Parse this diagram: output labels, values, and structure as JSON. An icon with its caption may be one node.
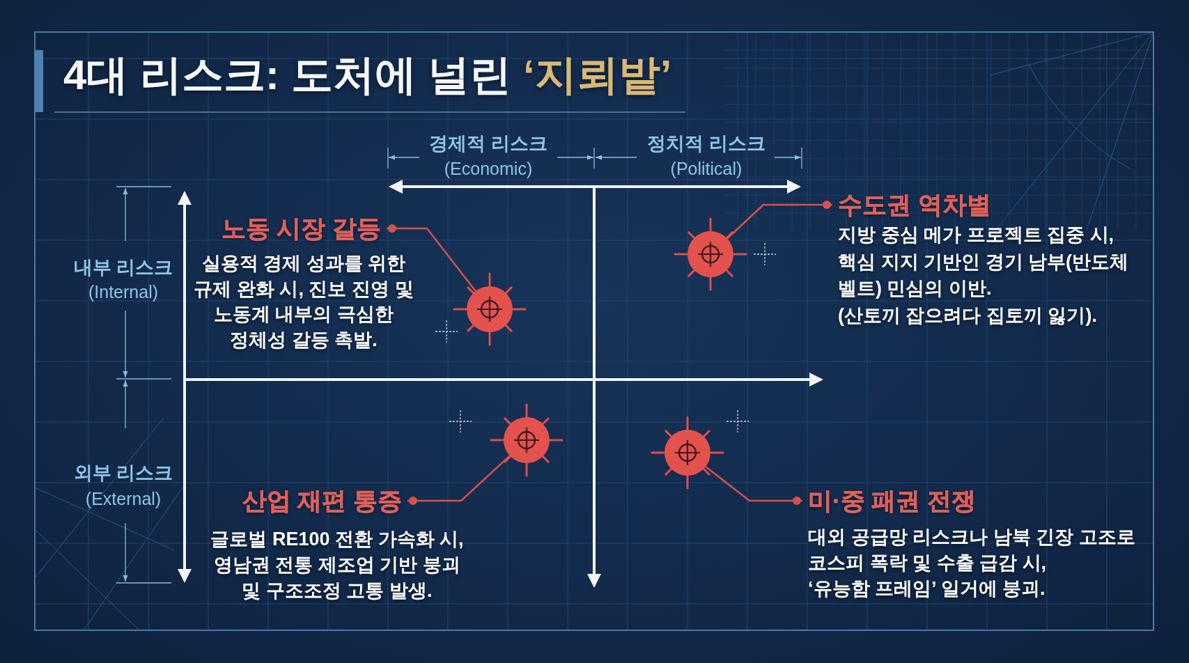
{
  "diagram": {
    "title": "4대 리스크: 도처에 널린 **‘지뢰밭’**",
    "nodes": [
      {
        "text": [
          "노동 시장 갈등"
        ],
        "beside": [
          "실용적 경제 성과를 위한 규제 완화 시, 진보 진영 및 노동계 내부의 극심한 정체성 갈등 촉발."
        ]
      },
      {
        "text": [],
        "shape": "picture"
      },
      {
        "text": [
          "수도권 역차별"
        ],
        "beside": [
          "지방 중심 메가 프로젝트 집중 시, 핵심 지지 기반인 경기 남부(반도체 벨트) 민심의 이반. (산토끼 잡으려다 집토끼 잃기)."
        ]
      },
      {
        "text": [],
        "shape": "picture"
      },
      {
        "text": [
          "산업 재편 통증"
        ],
        "beside": [
          "글로벌 RE100 전환 가속화 시, 영남권 전통 제조업 기반 붕괴 및 구조조정 고통 발생."
        ]
      },
      {
        "text": [],
        "shape": "picture"
      },
      {
        "text": [
          "미·중 패권 전쟁"
        ],
        "beside": [
          "대외 공급망 리스크나 남북 긴장 고조로 코스피 폭락 및 수출 급감 시, ‘유능함 프레임’ 일거에 붕괴."
        ]
      },
      {
        "text": [],
        "shape": "picture"
      }
    ],
    "edges": [
      {
        "from": 0,
        "to": 1,
        "arrow": "other"
      },
      {
        "from": 2,
        "to": 3,
        "arrow": "other"
      },
      {
        "from": 4,
        "to": 5,
        "arrow": "other"
      },
      {
        "from": 6,
        "to": 7,
        "arrow": "other"
      }
    ],
    "labels": [
      "경제적 리스크",
      "(Economic)",
      "정치적 리스크",
      "(Political)",
      "내부 리스크",
      "(Internal)",
      "외부 리스크",
      "(External)"
    ]
  }
}
